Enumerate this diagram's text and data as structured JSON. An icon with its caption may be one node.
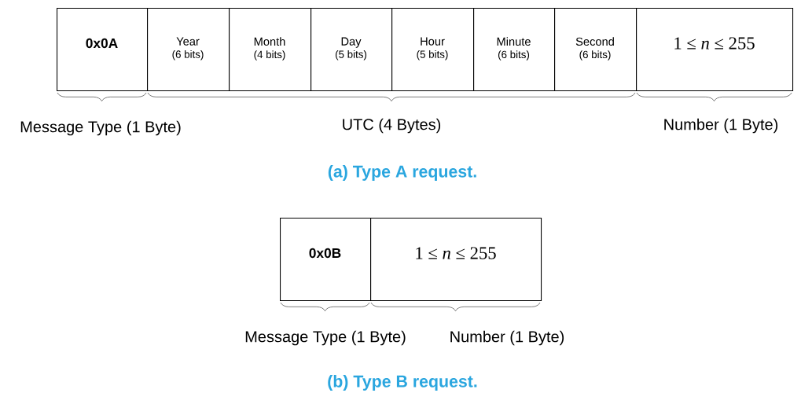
{
  "diagram": {
    "nodes": [
      {
        "text": [
          "0x0A"
        ]
      },
      {
        "text": [
          "Year",
          "(6 bits)"
        ]
      },
      {
        "text": [
          "Month",
          "(4 bits)"
        ]
      },
      {
        "text": [
          "Day",
          "(5 bits)"
        ]
      },
      {
        "text": [
          "Hour",
          "(5 bits)"
        ]
      },
      {
        "text": [
          "Minute",
          "(6 bits)"
        ]
      },
      {
        "text": [
          "Second",
          "(6 bits)"
        ]
      },
      {
        "text": [
          "1 ≤ *n* ≤ 255"
        ]
      },
      {
        "text": [
          "0x0B"
        ]
      },
      {
        "text": [
          "1 ≤ *n* ≤ 255"
        ]
      }
    ],
    "labels": [
      "Message Type (1 Byte)",
      "UTC (4 Bytes)",
      "Number (1 Byte)",
      "(a)  Type A request.",
      "Message Type (1 Byte)",
      "Number (1 Byte)",
      "(b)  Type B request."
    ]
  }
}
